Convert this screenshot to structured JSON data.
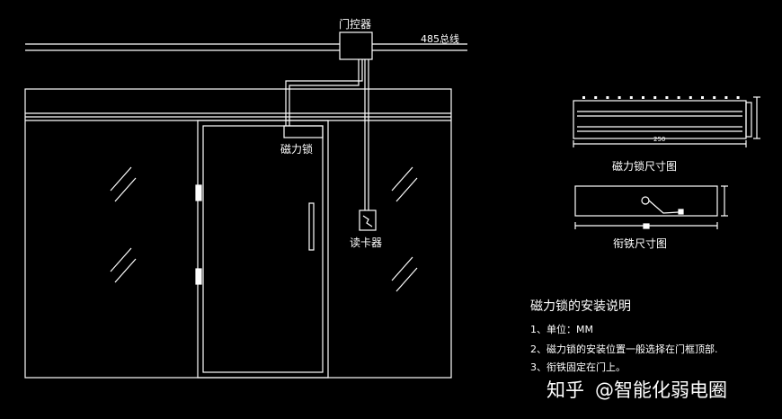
{
  "labels": {
    "controller": "门控器",
    "bus": "485总线",
    "maglock": "磁力锁",
    "reader": "读卡器",
    "lock_dim_title": "磁力锁尺寸图",
    "plate_dim_title": "衔铁尺寸图",
    "lock_width": "250"
  },
  "notes": {
    "title": "磁力锁的安装说明",
    "items": [
      "1、单位：MM",
      "2、磁力锁的安装位置一般选择在门框顶部.",
      "3、衔铁固定在门上。"
    ]
  },
  "watermark": {
    "platform": "知乎",
    "author": "@智能化弱电圈"
  },
  "colors": {
    "line": "#ffffff",
    "background": "#000000"
  }
}
